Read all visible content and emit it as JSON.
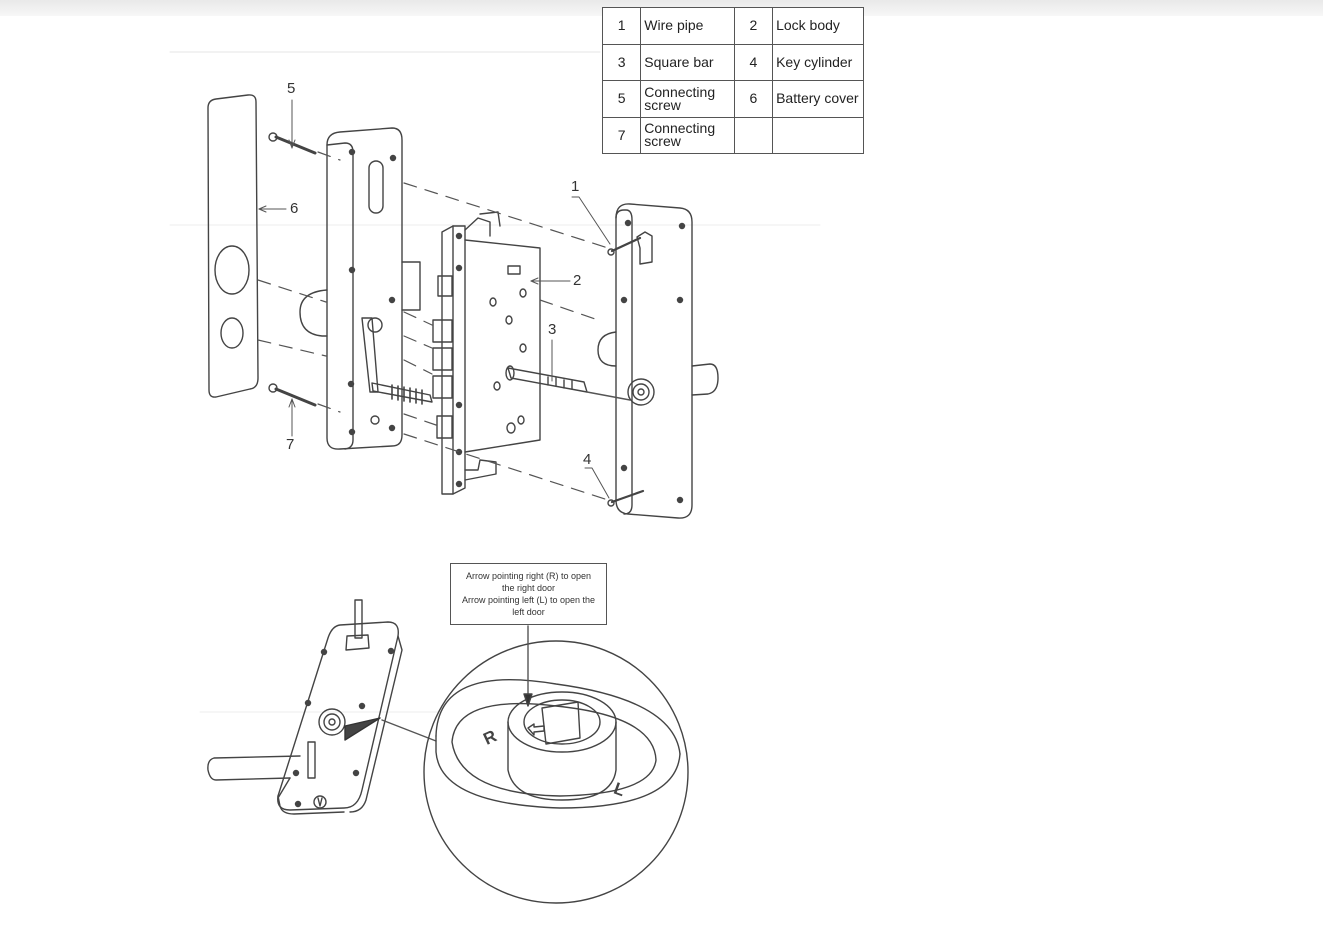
{
  "parts_table": {
    "rows": [
      [
        {
          "num": "1",
          "name": "Wire pipe"
        },
        {
          "num": "2",
          "name": "Lock body"
        }
      ],
      [
        {
          "num": "3",
          "name": "Square bar"
        },
        {
          "num": "4",
          "name": "Key cylinder"
        }
      ],
      [
        {
          "num": "5",
          "name": "Connecting screw"
        },
        {
          "num": "6",
          "name": "Battery cover"
        }
      ],
      [
        {
          "num": "7",
          "name": "Connecting screw"
        },
        {
          "num": "",
          "name": ""
        }
      ]
    ]
  },
  "callouts": {
    "c1": "1",
    "c2": "2",
    "c3": "3",
    "c4": "4",
    "c5": "5",
    "c6": "6",
    "c7": "7"
  },
  "direction_note": {
    "line1": "Arrow pointing right (R) to open the right door",
    "line2": "Arrow pointing left (L) to  open the left door"
  },
  "ring_letters": {
    "right": "R",
    "left": "L"
  }
}
